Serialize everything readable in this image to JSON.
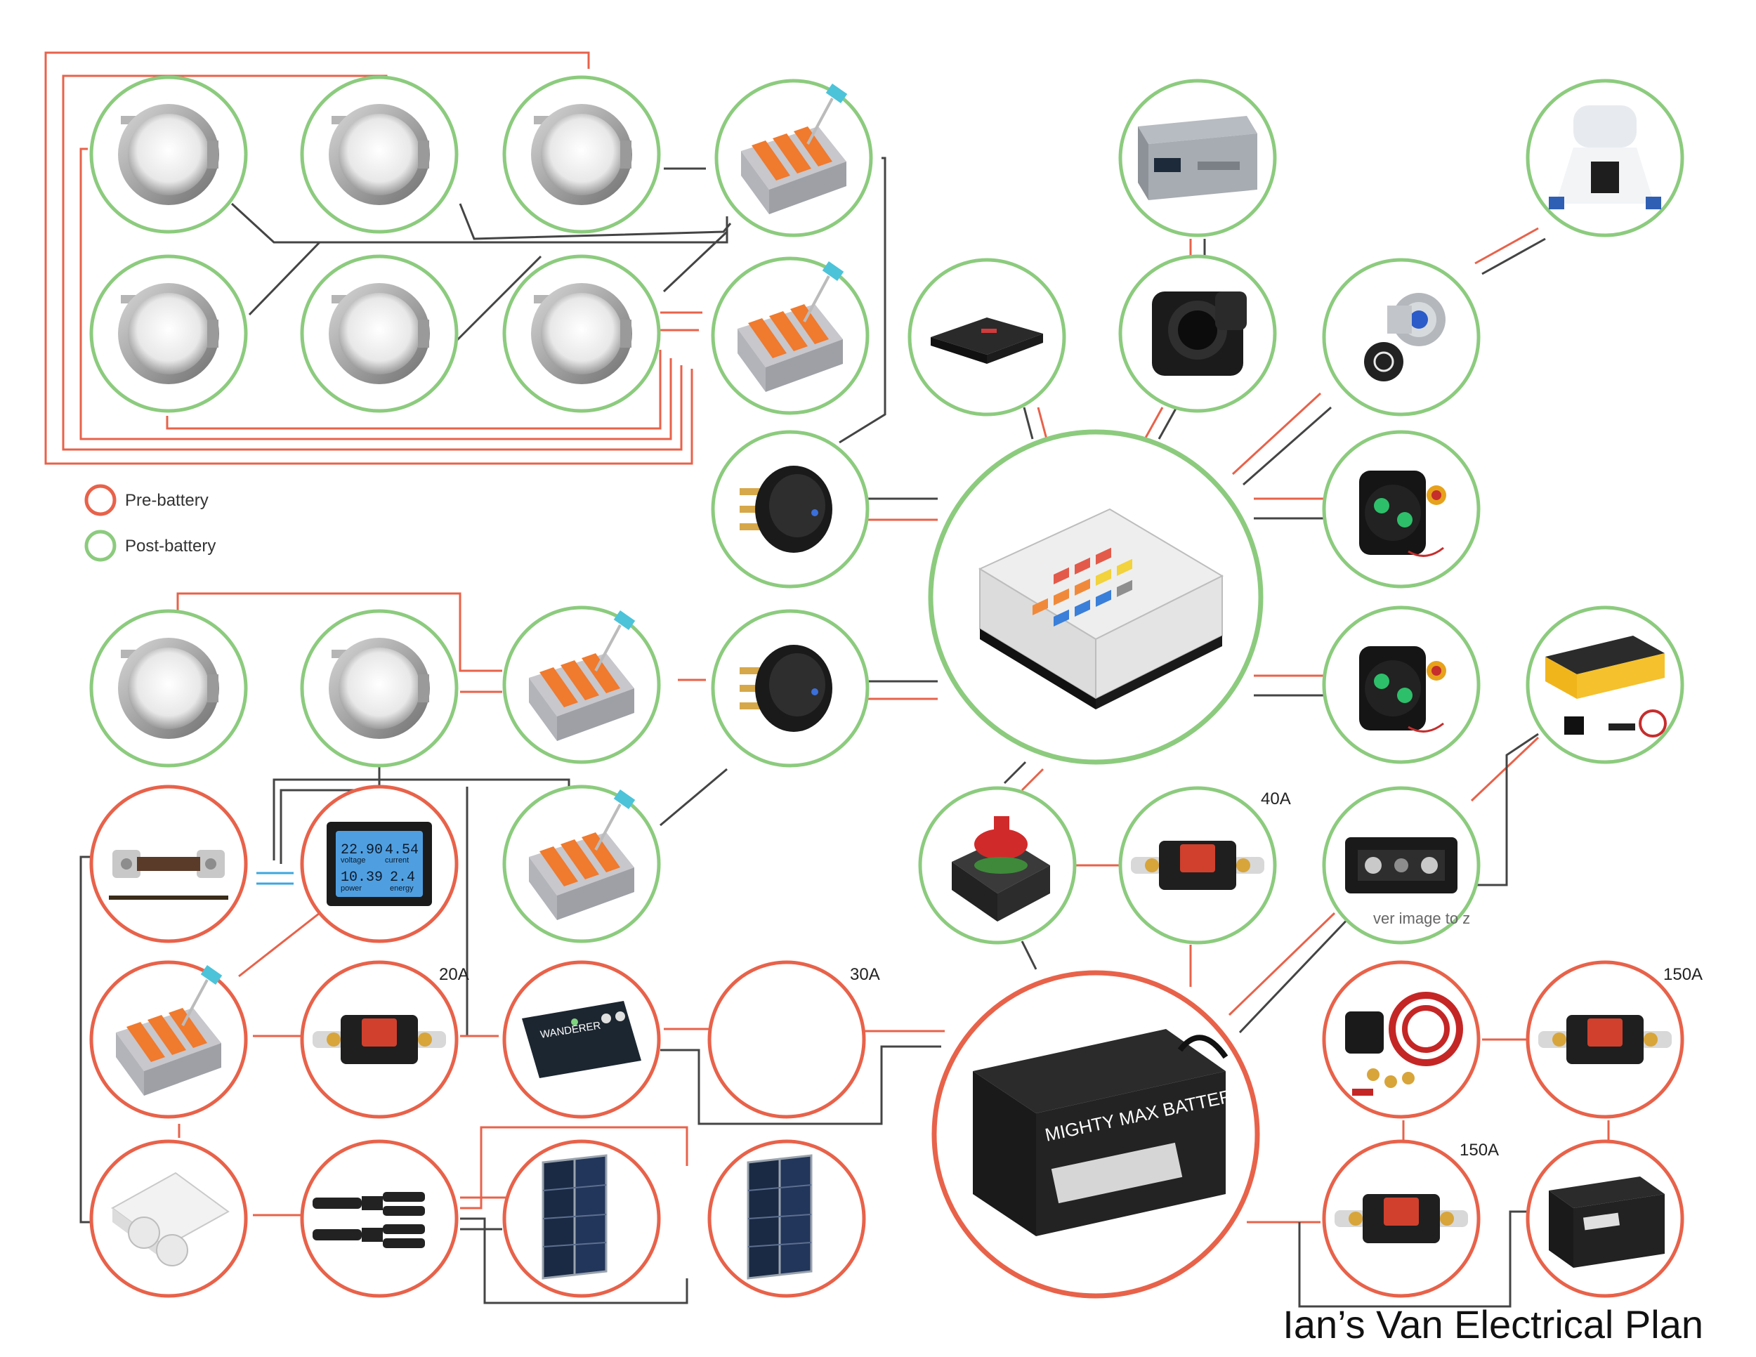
{
  "title": "Ian’s Van Electrical Plan",
  "legend": {
    "pre": {
      "label": "Pre-battery",
      "color": "#E8624A"
    },
    "post": {
      "label": "Post-battery",
      "color": "#8CCB7E"
    }
  },
  "wire_colors": {
    "positive": "#E8624A",
    "negative": "#444444",
    "data": "#3BA7E0"
  },
  "amp_ratings": {
    "a20": "20A",
    "a30": "30A",
    "a40": "40A",
    "a150_top": "150A",
    "a150_bottom": "150A"
  },
  "image_texts": {
    "battery_brand": "MIGHTY MAX BATTERY",
    "controller_brand": "WANDERER",
    "meter_readings": [
      "22.90",
      "4.54",
      "10.39",
      "2.4"
    ],
    "meter_labels": [
      "voltage",
      "current",
      "power",
      "energy"
    ],
    "hover_hint": "ver image to z"
  }
}
